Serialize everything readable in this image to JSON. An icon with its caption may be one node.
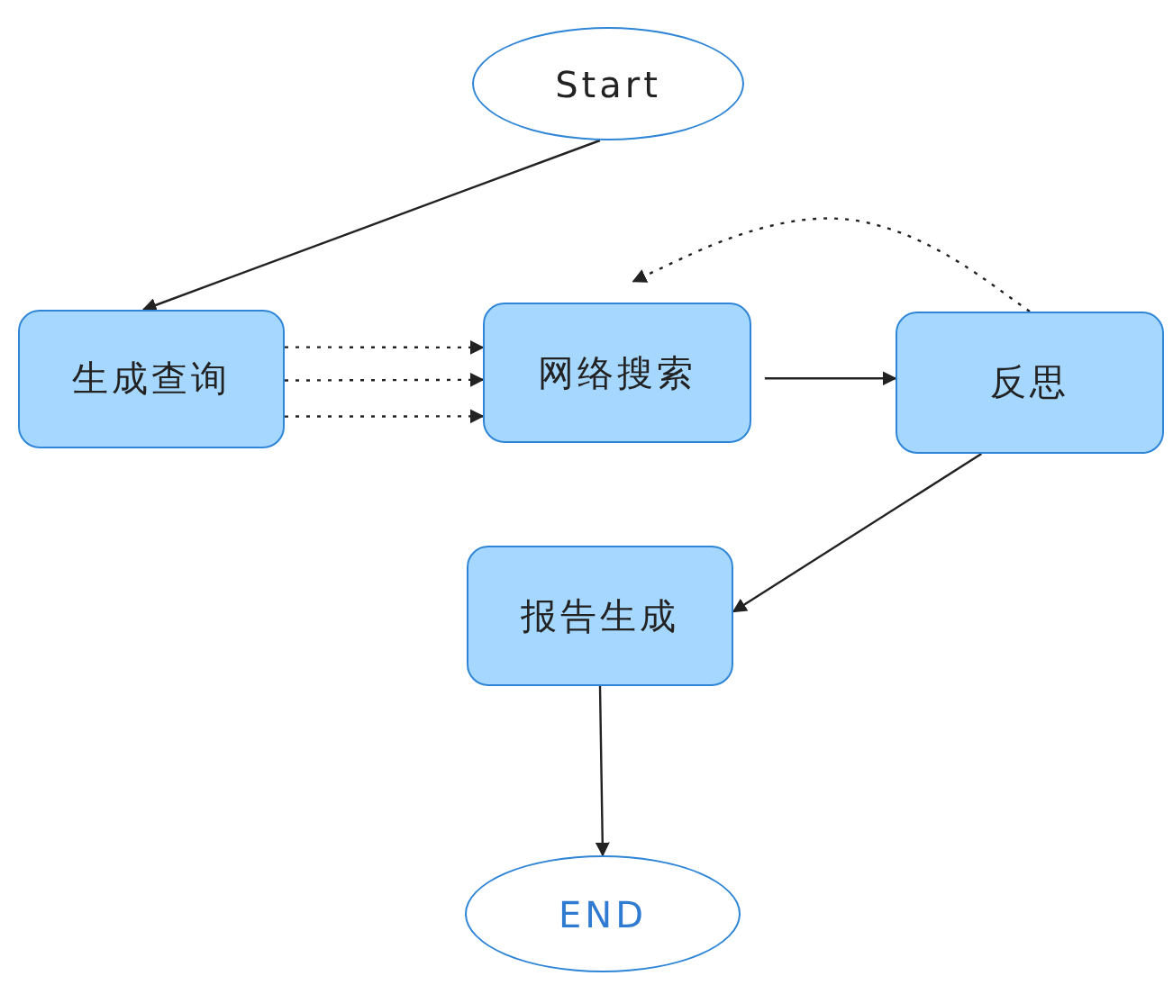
{
  "diagram": {
    "nodes": [
      {
        "text": [
          "Start"
        ]
      },
      {
        "text": [
          "生成查询"
        ]
      },
      {
        "text": [
          "网络搜索"
        ]
      },
      {
        "text": [
          "反思"
        ]
      },
      {
        "text": [
          "报告生成"
        ]
      },
      {
        "text": [
          "END"
        ]
      }
    ],
    "edges": [
      {
        "from": 0,
        "to": 1,
        "arrow": "to"
      },
      {
        "from": 1,
        "to": 2,
        "arrow": "to",
        "style": "dashed"
      },
      {
        "from": 1,
        "to": 2,
        "arrow": "to",
        "style": "dashed"
      },
      {
        "from": 1,
        "to": 2,
        "arrow": "to",
        "style": "dashed"
      },
      {
        "from": 2,
        "to": 3,
        "arrow": "to"
      },
      {
        "from": 3,
        "to": 2,
        "arrow": "to",
        "style": "dashed"
      },
      {
        "from": 3,
        "to": 4,
        "arrow": "to"
      },
      {
        "from": 4,
        "to": 5,
        "arrow": "to"
      }
    ]
  }
}
